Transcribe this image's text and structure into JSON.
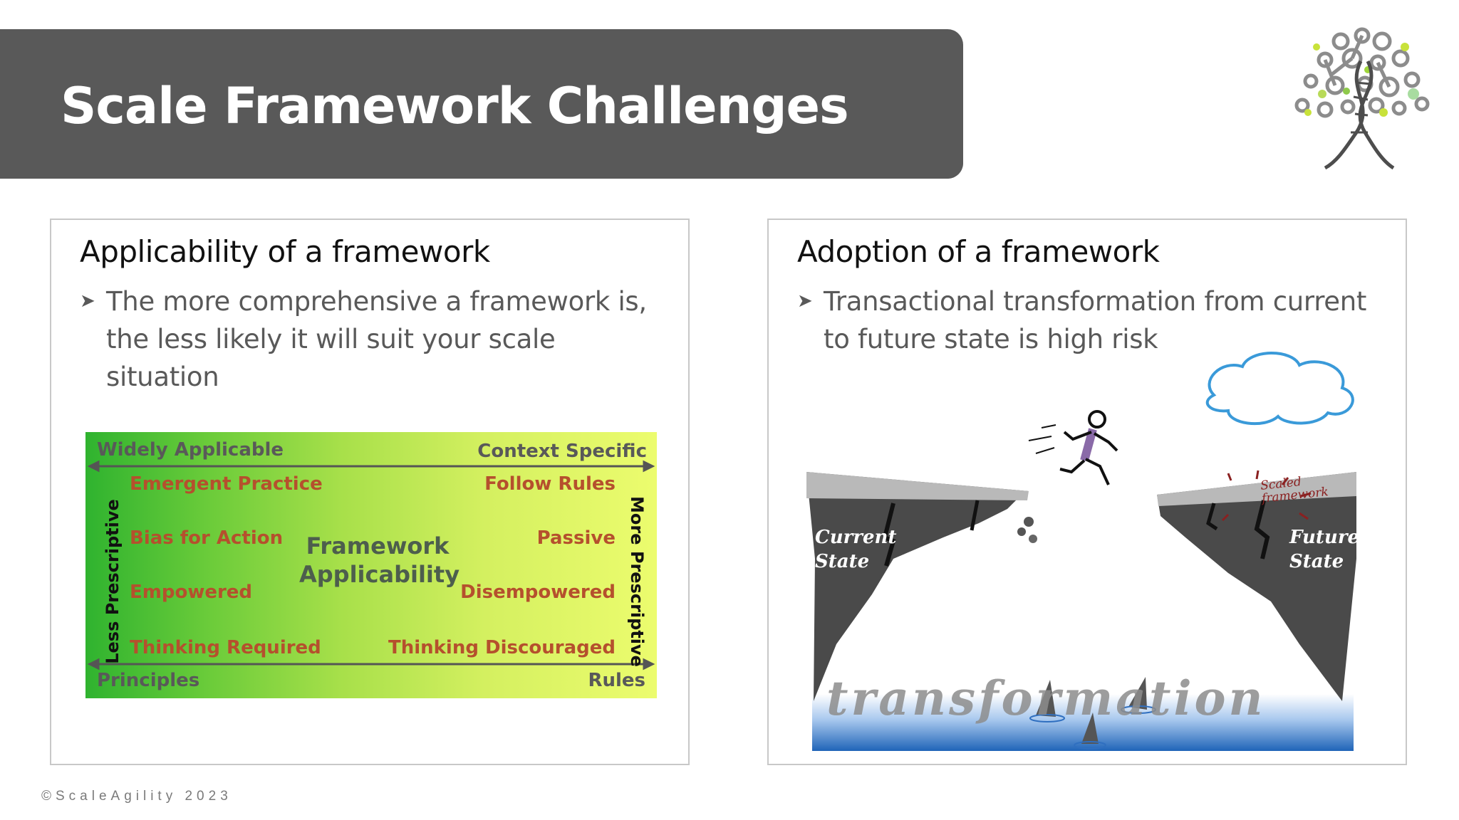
{
  "slide": {
    "title": "Scale Framework Challenges",
    "footer": "©ScaleAgility 2023"
  },
  "left_panel": {
    "heading": "Applicability of a framework",
    "bullet": "The more comprehensive a framework is, the less likely it will suit your scale situation",
    "chart": {
      "top_left": "Widely Applicable",
      "top_right": "Context Specific",
      "bottom_left": "Principles",
      "bottom_right": "Rules",
      "left_vertical": "Less Prescriptive",
      "right_vertical": "More Prescriptive",
      "center": [
        "Framework",
        "Applicability"
      ],
      "left_items": [
        "Emergent Practice",
        "Bias for Action",
        "Empowered",
        "Thinking Required"
      ],
      "right_items": [
        "Follow Rules",
        "Passive",
        "Disempowered",
        "Thinking Discouraged"
      ]
    }
  },
  "right_panel": {
    "heading": "Adoption of a framework",
    "bullet": "Transactional transformation from current to future state is high risk",
    "illustration": {
      "left_cliff": [
        "Current",
        "State"
      ],
      "right_cliff": [
        "Future",
        "State"
      ],
      "sign": [
        "Scaled",
        "framework"
      ],
      "water_text": "transformation"
    }
  },
  "colors": {
    "title_bar": "#595959",
    "gradient_start": "#2fb32f",
    "gradient_end": "#ecfc6e",
    "rust_text": "#b5502d",
    "water": "#2f6fc0",
    "cloud_outline": "#3a9ad9"
  }
}
